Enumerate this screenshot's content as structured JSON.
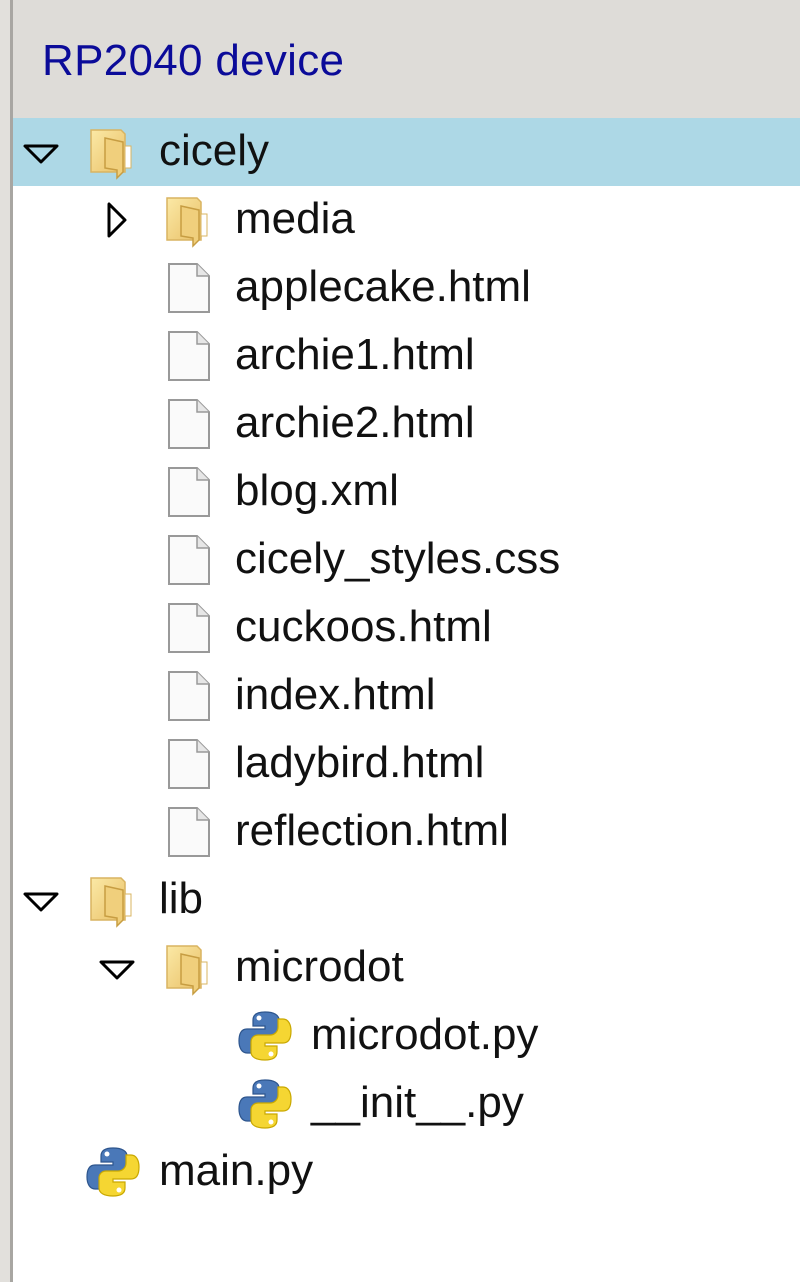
{
  "panel": {
    "title": "RP2040 device"
  },
  "tree": [
    {
      "label": "cicely",
      "type": "folder",
      "depth": 0,
      "expanded": true,
      "selected": true
    },
    {
      "label": "media",
      "type": "folder",
      "depth": 1,
      "expanded": false
    },
    {
      "label": "applecake.html",
      "type": "file",
      "depth": 1
    },
    {
      "label": "archie1.html",
      "type": "file",
      "depth": 1
    },
    {
      "label": "archie2.html",
      "type": "file",
      "depth": 1
    },
    {
      "label": "blog.xml",
      "type": "file",
      "depth": 1
    },
    {
      "label": "cicely_styles.css",
      "type": "file",
      "depth": 1
    },
    {
      "label": "cuckoos.html",
      "type": "file",
      "depth": 1
    },
    {
      "label": "index.html",
      "type": "file",
      "depth": 1
    },
    {
      "label": "ladybird.html",
      "type": "file",
      "depth": 1
    },
    {
      "label": "reflection.html",
      "type": "file",
      "depth": 1
    },
    {
      "label": "lib",
      "type": "folder",
      "depth": 0,
      "expanded": true
    },
    {
      "label": "microdot",
      "type": "folder",
      "depth": 1,
      "expanded": true
    },
    {
      "label": "microdot.py",
      "type": "python",
      "depth": 2
    },
    {
      "label": "__init__.py",
      "type": "python",
      "depth": 2
    },
    {
      "label": "main.py",
      "type": "python",
      "depth": 0
    }
  ],
  "colors": {
    "selection": "#add8e6",
    "header_bg": "#dedcd8",
    "title_text": "#0b0b99"
  }
}
